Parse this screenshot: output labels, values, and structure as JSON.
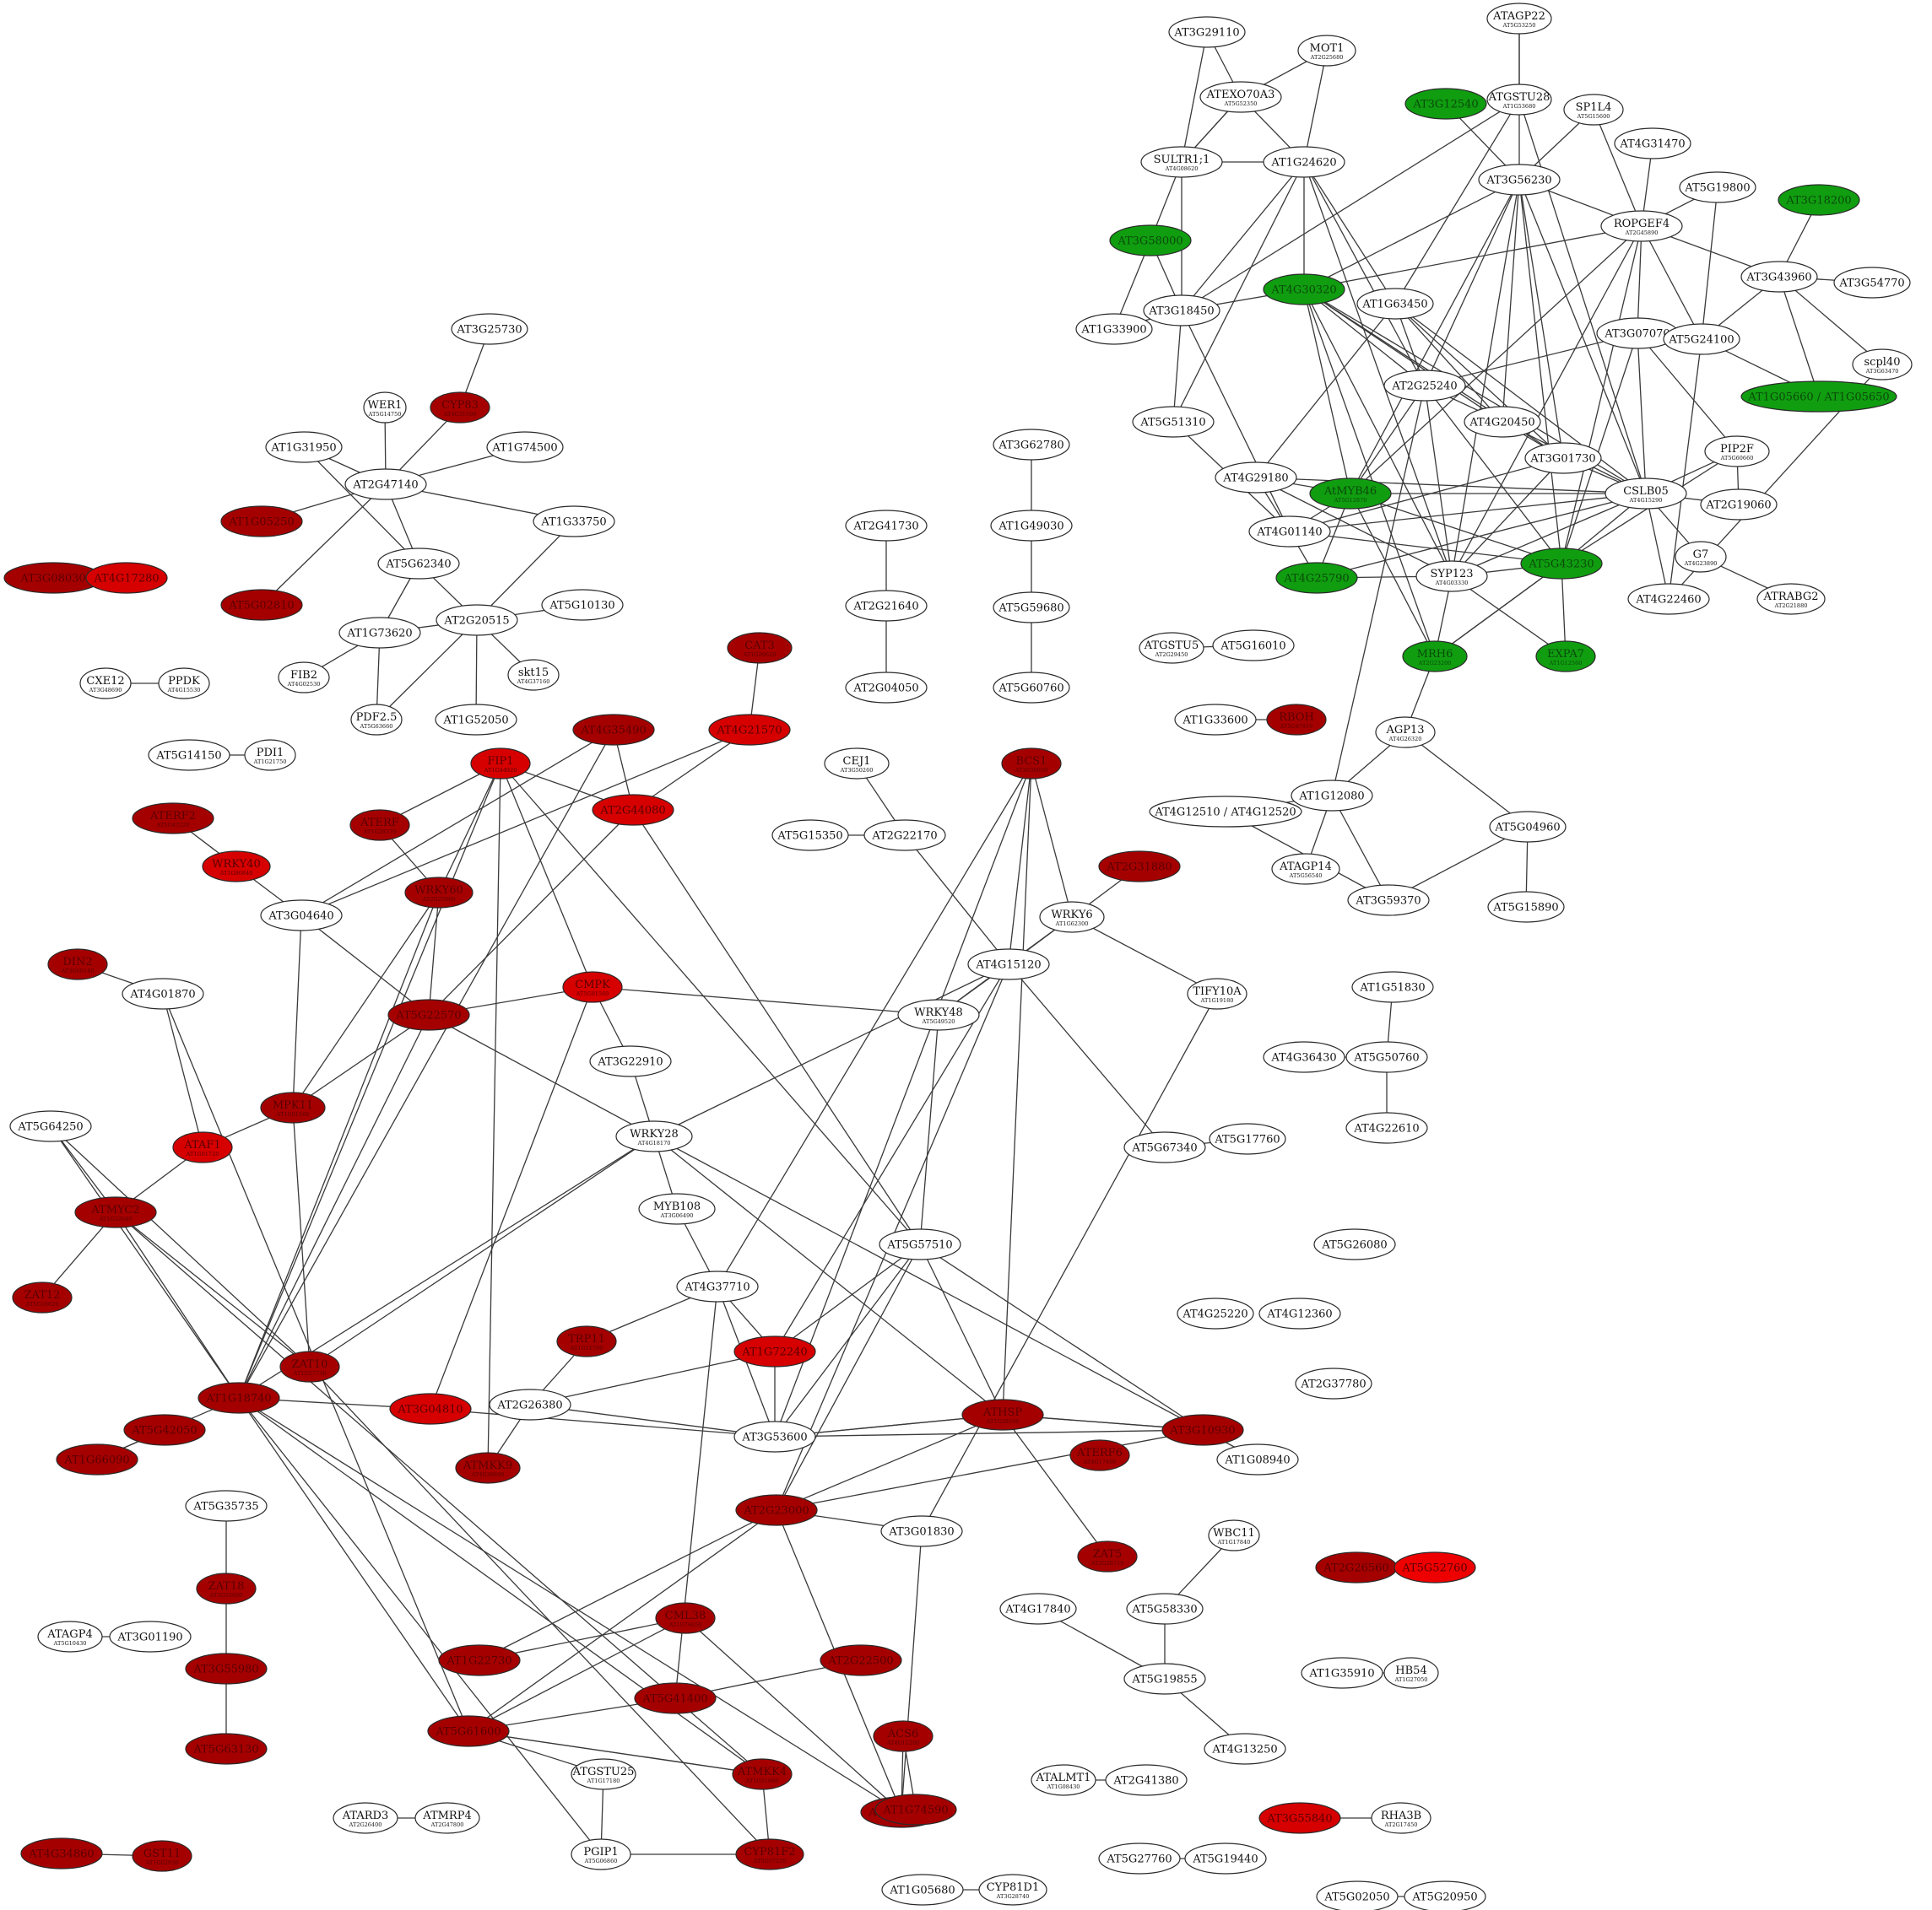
{
  "colors": {
    "default_fill": "#ffffff",
    "dark_red": "#a50000",
    "red": "#d60000",
    "bright_red": "#ee0000",
    "green": "#109d10",
    "edge": "#3a3a3a"
  },
  "nodes": [
    {
      "id": "n1",
      "label": "AT3G29110",
      "fill": "default"
    },
    {
      "id": "n2",
      "label": "ATAGP22",
      "sub": "AT5G53250",
      "fill": "default"
    },
    {
      "id": "n3",
      "label": "MOT1",
      "sub": "AT2G25680",
      "fill": "default"
    },
    {
      "id": "n4",
      "label": "ATEXO70A3",
      "sub": "AT5G52350",
      "fill": "default"
    },
    {
      "id": "n5",
      "label": "AT3G12540",
      "fill": "green"
    },
    {
      "id": "n6",
      "label": "ATGSTU28",
      "sub": "AT1G53680",
      "fill": "default"
    },
    {
      "id": "n7",
      "label": "SP1L4",
      "sub": "AT5G15600",
      "fill": "default"
    },
    {
      "id": "n8",
      "label": "SULTR1;1",
      "sub": "AT4G08620",
      "fill": "default"
    },
    {
      "id": "n9",
      "label": "AT1G24620",
      "fill": "default"
    },
    {
      "id": "n10",
      "label": "AT4G31470",
      "fill": "default"
    },
    {
      "id": "n11",
      "label": "AT3G56230",
      "fill": "default"
    },
    {
      "id": "n12",
      "label": "AT5G19800",
      "fill": "default"
    },
    {
      "id": "n13",
      "label": "AT3G18200",
      "fill": "green"
    },
    {
      "id": "n14",
      "label": "ROPGEF4",
      "sub": "AT2G45890",
      "fill": "default"
    },
    {
      "id": "n15",
      "label": "AT3G58000",
      "fill": "green"
    },
    {
      "id": "n16",
      "label": "AT4G30320",
      "fill": "green"
    },
    {
      "id": "n17",
      "label": "AT1G63450",
      "fill": "default"
    },
    {
      "id": "n18",
      "label": "AT3G18450",
      "fill": "default"
    },
    {
      "id": "n19",
      "label": "AT3G43960",
      "fill": "default"
    },
    {
      "id": "n20",
      "label": "AT3G54770",
      "fill": "default"
    },
    {
      "id": "n21",
      "label": "AT1G33900",
      "fill": "default"
    },
    {
      "id": "n22",
      "label": "AT3G07070",
      "fill": "default"
    },
    {
      "id": "n23",
      "label": "AT5G24100",
      "fill": "default"
    },
    {
      "id": "n24",
      "label": "scpl40",
      "sub": "AT3G63470",
      "fill": "default"
    },
    {
      "id": "n25",
      "label": "AT1G05660 / AT1G05650",
      "fill": "green"
    },
    {
      "id": "n26",
      "label": "AT2G25240",
      "fill": "default"
    },
    {
      "id": "n27",
      "label": "AT4G20450",
      "fill": "default"
    },
    {
      "id": "n28",
      "label": "AT5G51310",
      "fill": "default"
    },
    {
      "id": "n29",
      "label": "AT3G01730",
      "fill": "default"
    },
    {
      "id": "n30",
      "label": "PIP2F",
      "sub": "AT5G60660",
      "fill": "default"
    },
    {
      "id": "n31",
      "label": "AT4G29180",
      "fill": "default"
    },
    {
      "id": "n32",
      "label": "AtMYB46",
      "sub": "AT5G12870",
      "fill": "green"
    },
    {
      "id": "n33",
      "label": "CSLB05",
      "sub": "AT4G15290",
      "fill": "default"
    },
    {
      "id": "n34",
      "label": "AT2G19060",
      "fill": "default"
    },
    {
      "id": "n35",
      "label": "AT4G01140",
      "fill": "default"
    },
    {
      "id": "n36",
      "label": "G7",
      "sub": "AT4G23890",
      "fill": "default"
    },
    {
      "id": "n37",
      "label": "AT4G25790",
      "fill": "green"
    },
    {
      "id": "n38",
      "label": "SYP123",
      "sub": "AT4G03330",
      "fill": "default"
    },
    {
      "id": "n39",
      "label": "AT5G43230",
      "fill": "green"
    },
    {
      "id": "n40",
      "label": "AT4G22460",
      "fill": "default"
    },
    {
      "id": "n41",
      "label": "ATRABG2",
      "sub": "AT2G21880",
      "fill": "default"
    },
    {
      "id": "n42",
      "label": "MRH6",
      "sub": "AT2G23200",
      "fill": "green"
    },
    {
      "id": "n43",
      "label": "EXPA7",
      "sub": "AT1G12560",
      "fill": "green"
    },
    {
      "id": "n44",
      "label": "AGP13",
      "sub": "AT4G26320",
      "fill": "default"
    },
    {
      "id": "n45",
      "label": "AT1G12080",
      "fill": "default"
    },
    {
      "id": "n46",
      "label": "AT4G12510 / AT4G12520",
      "fill": "default"
    },
    {
      "id": "n47",
      "label": "AT5G04960",
      "fill": "default"
    },
    {
      "id": "n48",
      "label": "ATAGP14",
      "sub": "AT5G56540",
      "fill": "default"
    },
    {
      "id": "n49",
      "label": "AT3G59370",
      "fill": "default"
    },
    {
      "id": "n50",
      "label": "AT5G15890",
      "fill": "default"
    },
    {
      "id": "n51",
      "label": "AT3G25730",
      "fill": "default"
    },
    {
      "id": "n52",
      "label": "CYP83",
      "sub": "AT4G31500",
      "fill": "dark"
    },
    {
      "id": "n53",
      "label": "WER1",
      "sub": "AT5G14750",
      "fill": "default"
    },
    {
      "id": "n54",
      "label": "AT1G31950",
      "fill": "default"
    },
    {
      "id": "n55",
      "label": "AT1G74500",
      "fill": "default"
    },
    {
      "id": "n56",
      "label": "AT2G47140",
      "fill": "default"
    },
    {
      "id": "n57",
      "label": "AT1G33750",
      "fill": "default"
    },
    {
      "id": "n58",
      "label": "AT1G05250",
      "fill": "dark"
    },
    {
      "id": "n59",
      "label": "AT5G62340",
      "fill": "default"
    },
    {
      "id": "n60",
      "label": "AT5G02810",
      "fill": "dark"
    },
    {
      "id": "n61",
      "label": "AT1G73620",
      "fill": "default"
    },
    {
      "id": "n62",
      "label": "AT2G20515",
      "fill": "default"
    },
    {
      "id": "n63",
      "label": "AT5G10130",
      "fill": "default"
    },
    {
      "id": "n64",
      "label": "FIB2",
      "sub": "AT4G02530",
      "fill": "default"
    },
    {
      "id": "n65",
      "label": "skt15",
      "sub": "AT4G37160",
      "fill": "default"
    },
    {
      "id": "n66",
      "label": "PDF2.5",
      "sub": "AT5G63660",
      "fill": "default"
    },
    {
      "id": "n67",
      "label": "AT1G52050",
      "fill": "default"
    },
    {
      "id": "n68",
      "label": "AT3G08030",
      "fill": "dark"
    },
    {
      "id": "n69",
      "label": "AT4G17280",
      "fill": "red"
    },
    {
      "id": "n70",
      "label": "CXE12",
      "sub": "AT3G48690",
      "fill": "default"
    },
    {
      "id": "n71",
      "label": "PPDK",
      "sub": "AT4G15530",
      "fill": "default"
    },
    {
      "id": "n72",
      "label": "AT5G14150",
      "fill": "default"
    },
    {
      "id": "n73",
      "label": "PDI1",
      "sub": "AT1G21750",
      "fill": "default"
    },
    {
      "id": "n74",
      "label": "AT3G29110",
      "fill": "default"
    },
    {
      "id": "n75",
      "label": "AT2G41730",
      "fill": "default"
    },
    {
      "id": "n76",
      "label": "AT3G62780",
      "fill": "default"
    },
    {
      "id": "n77",
      "label": "AT2G21640",
      "fill": "default"
    },
    {
      "id": "n78",
      "label": "AT1G49030",
      "fill": "default"
    },
    {
      "id": "n79",
      "label": "AT5G59680",
      "fill": "default"
    },
    {
      "id": "n80",
      "label": "AT2G04050",
      "fill": "default"
    },
    {
      "id": "n81",
      "label": "AT5G60760",
      "fill": "default"
    },
    {
      "id": "n82",
      "label": "ATGSTU5",
      "sub": "AT2G29450",
      "fill": "default"
    },
    {
      "id": "n83",
      "label": "AT5G16010",
      "fill": "default"
    },
    {
      "id": "n84",
      "label": "AT1G33600",
      "fill": "default"
    },
    {
      "id": "n85",
      "label": "RBOH",
      "sub": "AT5G47910",
      "fill": "dark"
    },
    {
      "id": "n86",
      "label": "CAT3",
      "sub": "AT1G20620",
      "fill": "dark"
    },
    {
      "id": "n87",
      "label": "AT4G35490",
      "fill": "dark"
    },
    {
      "id": "n88",
      "label": "AT4G21570",
      "fill": "red"
    },
    {
      "id": "n89",
      "label": "FIP1",
      "sub": "AT1G44920",
      "fill": "red"
    },
    {
      "id": "n90",
      "label": "AT2G44080",
      "fill": "red"
    },
    {
      "id": "n91",
      "label": "CEJ1",
      "sub": "AT3G50260",
      "fill": "default"
    },
    {
      "id": "n92",
      "label": "BCS1",
      "sub": "AT3G50930",
      "fill": "dark"
    },
    {
      "id": "n93",
      "label": "AT5G15350",
      "fill": "default"
    },
    {
      "id": "n94",
      "label": "AT2G22170",
      "fill": "default"
    },
    {
      "id": "n95",
      "label": "AT2G31880",
      "fill": "dark"
    },
    {
      "id": "n96",
      "label": "WRKY6",
      "sub": "AT1G62300",
      "fill": "default"
    },
    {
      "id": "n97",
      "label": "ATERF",
      "sub": "AT1G28370",
      "fill": "dark"
    },
    {
      "id": "n98",
      "label": "ATERF2",
      "sub": "AT5G47220",
      "fill": "dark"
    },
    {
      "id": "n99",
      "label": "WRKY40",
      "sub": "AT1G80840",
      "fill": "red"
    },
    {
      "id": "n100",
      "label": "WRKY60",
      "sub": "AT2G25000",
      "fill": "dark"
    },
    {
      "id": "n101",
      "label": "AT3G04640",
      "fill": "default"
    },
    {
      "id": "n102",
      "label": "AT4G15120",
      "fill": "default"
    },
    {
      "id": "n103",
      "label": "TIFY10A",
      "sub": "AT1G19180",
      "fill": "default"
    },
    {
      "id": "n104",
      "label": "DIN2",
      "sub": "AT3G60140",
      "fill": "dark"
    },
    {
      "id": "n105",
      "label": "AT4G01870",
      "fill": "default"
    },
    {
      "id": "n106",
      "label": "CMPK",
      "sub": "AT5G01560",
      "fill": "red"
    },
    {
      "id": "n107",
      "label": "AT5G22570",
      "fill": "dark"
    },
    {
      "id": "n108",
      "label": "WRKY48",
      "sub": "AT5G49520",
      "fill": "default"
    },
    {
      "id": "n109",
      "label": "AT1G51830",
      "fill": "default"
    },
    {
      "id": "n110",
      "label": "AT3G22910",
      "fill": "default"
    },
    {
      "id": "n111",
      "label": "AT4G36430",
      "fill": "default"
    },
    {
      "id": "n112",
      "label": "AT5G50760",
      "fill": "default"
    },
    {
      "id": "n113",
      "label": "MPK11",
      "sub": "AT1G01560",
      "fill": "dark"
    },
    {
      "id": "n114",
      "label": "AT5G64250",
      "fill": "default"
    },
    {
      "id": "n115",
      "label": "ATAF1",
      "sub": "AT1G01720",
      "fill": "red"
    },
    {
      "id": "n116",
      "label": "WRKY28",
      "sub": "AT4G18170",
      "fill": "default"
    },
    {
      "id": "n117",
      "label": "AT4G22610",
      "fill": "default"
    },
    {
      "id": "n118",
      "label": "AT5G67340",
      "fill": "default"
    },
    {
      "id": "n119",
      "label": "AT5G17760",
      "fill": "default"
    },
    {
      "id": "n120",
      "label": "ATMYC2",
      "sub": "AT1G32640",
      "fill": "dark"
    },
    {
      "id": "n121",
      "label": "MYB108",
      "sub": "AT3G06490",
      "fill": "default"
    },
    {
      "id": "n122",
      "label": "AT5G26080",
      "fill": "default"
    },
    {
      "id": "n123",
      "label": "ZAT12",
      "sub": "AT5G59820",
      "fill": "dark"
    },
    {
      "id": "n124",
      "label": "AT5G57510",
      "fill": "default"
    },
    {
      "id": "n125",
      "label": "AT4G37710",
      "fill": "default"
    },
    {
      "id": "n126",
      "label": "AT4G25220",
      "fill": "default"
    },
    {
      "id": "n127",
      "label": "AT4G12360",
      "fill": "default"
    },
    {
      "id": "n128",
      "label": "TRP11",
      "sub": "AT1G51700",
      "fill": "dark"
    },
    {
      "id": "n129",
      "label": "AT1G72240",
      "fill": "red"
    },
    {
      "id": "n130",
      "label": "AT2G37780",
      "fill": "default"
    },
    {
      "id": "n131",
      "label": "ZAT10",
      "sub": "AT1G27730",
      "fill": "dark"
    },
    {
      "id": "n132",
      "label": "AT1G18740",
      "fill": "dark"
    },
    {
      "id": "n133",
      "label": "AT2G26380",
      "fill": "default"
    },
    {
      "id": "n134",
      "label": "AT3G04810",
      "fill": "red"
    },
    {
      "id": "n135",
      "label": "AT5G42050",
      "fill": "dark"
    },
    {
      "id": "n136",
      "label": "AT1G66090",
      "fill": "dark"
    },
    {
      "id": "n137",
      "label": "ATERF6",
      "sub": "AT4G17490",
      "fill": "dark"
    },
    {
      "id": "n138",
      "label": "AT3G10930",
      "fill": "dark"
    },
    {
      "id": "n139",
      "label": "AT3G53600",
      "fill": "default"
    },
    {
      "id": "n140",
      "label": "AT1G08940",
      "fill": "default"
    },
    {
      "id": "n141",
      "label": "ATHSP",
      "sub": "AT1G28560",
      "fill": "dark"
    },
    {
      "id": "n142",
      "label": "ATMKK9",
      "sub": "AT4G36890",
      "fill": "dark"
    },
    {
      "id": "n143",
      "label": "AT2G23000",
      "fill": "dark"
    },
    {
      "id": "n144",
      "label": "AT3G01830",
      "fill": "default"
    },
    {
      "id": "n145",
      "label": "ZAT5",
      "sub": "AT2G28710",
      "fill": "dark"
    },
    {
      "id": "n146",
      "label": "AT5G35735",
      "fill": "default"
    },
    {
      "id": "n147",
      "label": "WBC11",
      "sub": "AT1G17840",
      "fill": "default"
    },
    {
      "id": "n148",
      "label": "AT2G26560",
      "fill": "dark"
    },
    {
      "id": "n149",
      "label": "AT5G52760",
      "fill": "bright"
    },
    {
      "id": "n150",
      "label": "ZAT18",
      "sub": "AT3G53600",
      "fill": "dark"
    },
    {
      "id": "n151",
      "label": "AT4G17840",
      "fill": "default"
    },
    {
      "id": "n152",
      "label": "AT5G58330",
      "fill": "default"
    },
    {
      "id": "n153",
      "label": "ATAGP4",
      "sub": "AT5G10430",
      "fill": "default"
    },
    {
      "id": "n154",
      "label": "AT3G01190",
      "fill": "default"
    },
    {
      "id": "n155",
      "label": "CML38",
      "sub": "AT1G76650",
      "fill": "dark"
    },
    {
      "id": "n156",
      "label": "AT1G22730",
      "fill": "dark"
    },
    {
      "id": "n157",
      "label": "AT1G35910",
      "fill": "default"
    },
    {
      "id": "n158",
      "label": "HB54",
      "sub": "AT1G27050",
      "fill": "default"
    },
    {
      "id": "n159",
      "label": "AT5G19855",
      "fill": "default"
    },
    {
      "id": "n160",
      "label": "AT3G55980",
      "fill": "dark"
    },
    {
      "id": "n161",
      "label": "AT2G22500",
      "fill": "dark"
    },
    {
      "id": "n162",
      "label": "AT5G41400",
      "fill": "dark"
    },
    {
      "id": "n163",
      "label": "AT5G61600",
      "fill": "dark"
    },
    {
      "id": "n164",
      "label": "AT5G63130",
      "fill": "dark"
    },
    {
      "id": "n165",
      "label": "AT1G72280",
      "fill": "dark"
    },
    {
      "id": "n166",
      "label": "ATGSTU25",
      "sub": "AT1G17180",
      "fill": "default"
    },
    {
      "id": "n167",
      "label": "ATMKK4",
      "sub": "AT1G51660",
      "fill": "dark"
    },
    {
      "id": "n168",
      "label": "ACS6",
      "sub": "AT4G11280",
      "fill": "dark"
    },
    {
      "id": "n169",
      "label": "AT4G13250",
      "fill": "default"
    },
    {
      "id": "n170",
      "label": "ATALMT1",
      "sub": "AT1G08430",
      "fill": "default"
    },
    {
      "id": "n171",
      "label": "AT2G41380",
      "fill": "default"
    },
    {
      "id": "n172",
      "label": "AT1G74590",
      "fill": "dark"
    },
    {
      "id": "n173",
      "label": "ATARD3",
      "sub": "AT2G26400",
      "fill": "default"
    },
    {
      "id": "n174",
      "label": "ATMRP4",
      "sub": "AT2G47800",
      "fill": "default"
    },
    {
      "id": "n175",
      "label": "AT3G55840",
      "fill": "red"
    },
    {
      "id": "n176",
      "label": "RHA3B",
      "sub": "AT2G17450",
      "fill": "default"
    },
    {
      "id": "n177",
      "label": "AT4G34860",
      "fill": "dark"
    },
    {
      "id": "n178",
      "label": "GST11",
      "sub": "AT1G02930",
      "fill": "dark"
    },
    {
      "id": "n179",
      "label": "PGIP1",
      "sub": "AT5G06860",
      "fill": "default"
    },
    {
      "id": "n180",
      "label": "CYP81F2",
      "sub": "AT5G57220",
      "fill": "dark"
    },
    {
      "id": "n181",
      "label": "AT5G27760",
      "fill": "default"
    },
    {
      "id": "n182",
      "label": "AT5G19440",
      "fill": "default"
    },
    {
      "id": "n183",
      "label": "AT1G05680",
      "fill": "default"
    },
    {
      "id": "n184",
      "label": "CYP81D1",
      "sub": "AT3G28740",
      "fill": "default"
    },
    {
      "id": "n185",
      "label": "AT5G02050",
      "fill": "default"
    },
    {
      "id": "n186",
      "label": "AT5G20950",
      "fill": "default"
    }
  ]
}
